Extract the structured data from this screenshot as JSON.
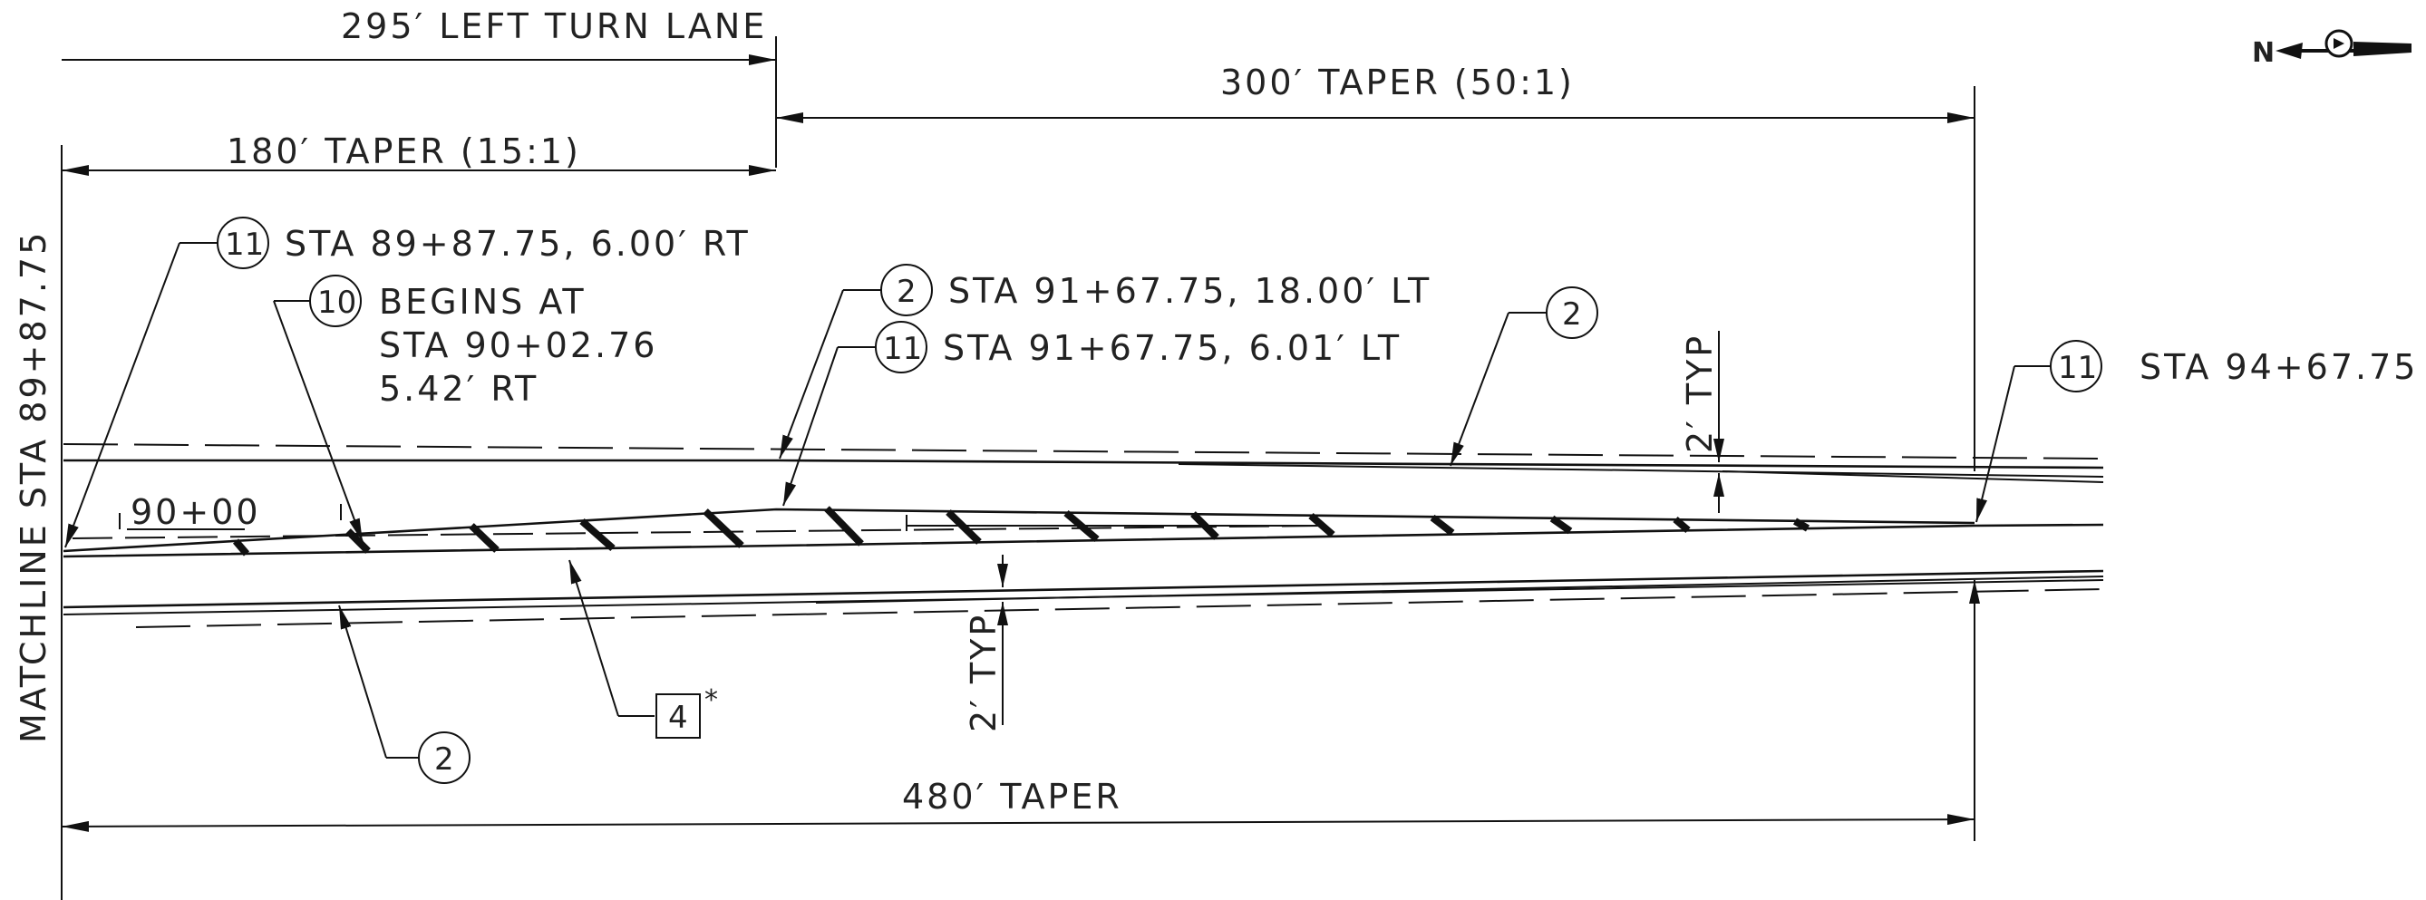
{
  "labels": {
    "left_turn_lane": "295′ LEFT TURN LANE",
    "taper_300": "300′ TAPER (50:1)",
    "taper_180": "180′ TAPER (15:1)",
    "taper_480": "480′ TAPER",
    "matchline": "MATCHLINE STA 89+87.75",
    "station_90": "90+00",
    "typ_top": "2′ TYP",
    "typ_bottom": "2′ TYP",
    "north_letter": "N"
  },
  "callouts": [
    {
      "id": "callout-11-sta-8987",
      "number": "11",
      "lines": [
        "STA 89+87.75, 6.00′ RT"
      ]
    },
    {
      "id": "callout-10-begins",
      "number": "10",
      "lines": [
        "BEGINS AT",
        "STA 90+02.76",
        "5.42′ RT"
      ]
    },
    {
      "id": "callout-2-sta-9167",
      "number": "2",
      "lines": [
        "STA 91+67.75, 18.00′ LT"
      ]
    },
    {
      "id": "callout-11-sta-9167",
      "number": "11",
      "lines": [
        "STA 91+67.75, 6.01′ LT"
      ]
    },
    {
      "id": "callout-2-right",
      "number": "2",
      "lines": []
    },
    {
      "id": "callout-11-sta-9467",
      "number": "11",
      "lines": [
        "STA 94+67.75"
      ]
    },
    {
      "id": "callout-2-bottom",
      "number": "2",
      "lines": []
    },
    {
      "id": "callout-4-box",
      "number": "4",
      "lines": [],
      "suffix": "*"
    }
  ]
}
